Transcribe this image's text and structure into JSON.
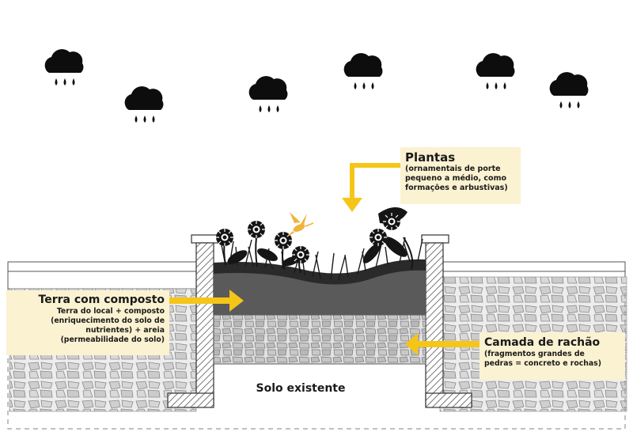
{
  "labels": {
    "plants": {
      "title": "Plantas",
      "description": "(ornamentais de porte\npequeno a médio, como\nformações e arbustivas)"
    },
    "soil": {
      "title": "Terra com composto",
      "description": "Terra do local + composto\n(enriquecimento do solo de\nnutrientes) + areia\n(permeabilidade do solo)"
    },
    "gravel": {
      "title": "Camada de rachão",
      "description": "(fragmentos grandes de\npedras = concreto e rochas)"
    },
    "existing_soil": "Solo existente"
  },
  "icons": [
    "rain-cloud-icon",
    "arrow-icon",
    "flower-icon",
    "hummingbird-icon"
  ],
  "colors": {
    "arrow": "#f5c518",
    "label_background": "#fbf2d2",
    "soil": "#5a5a5a",
    "mulch": "#2a2a2a",
    "gravel": "#cfcfcf",
    "hummingbird": "#f0b43c"
  }
}
